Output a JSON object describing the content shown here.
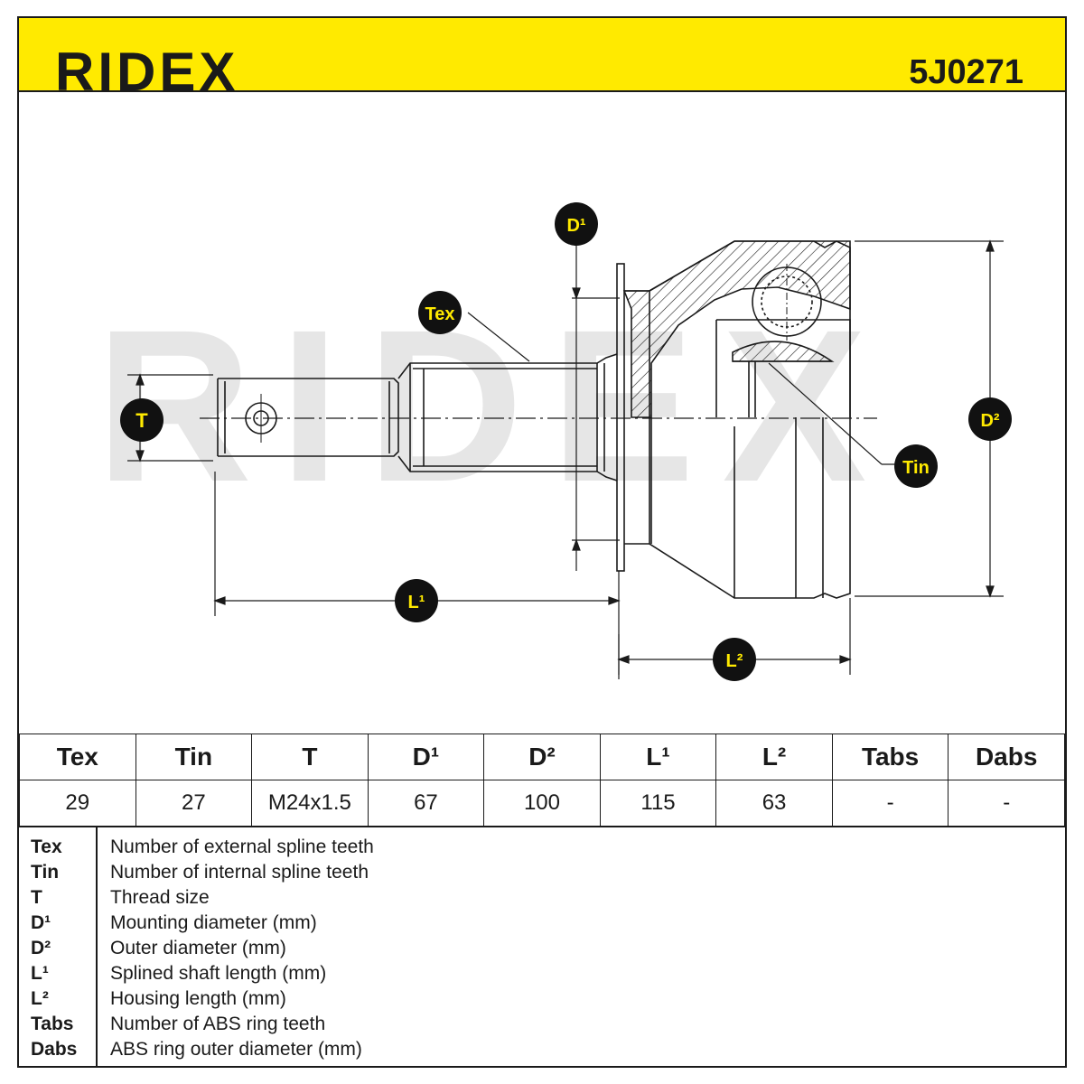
{
  "header": {
    "brand": "RIDEX",
    "part_number": "5J0271"
  },
  "diagram": {
    "watermark": "RIDEX",
    "labels": {
      "tex": "Tex",
      "tin": "Tin",
      "t": "T",
      "d1": "D¹",
      "d2": "D²",
      "l1": "L¹",
      "l2": "L²"
    },
    "colors": {
      "badge_bg": "#111111",
      "badge_text": "#ffea00",
      "line": "#1a1a1a",
      "watermark": "#e6e6e6"
    }
  },
  "spec_table": {
    "headers": [
      "Tex",
      "Tin",
      "T",
      "D¹",
      "D²",
      "L¹",
      "L²",
      "Tabs",
      "Dabs"
    ],
    "values": [
      "29",
      "27",
      "M24x1.5",
      "67",
      "100",
      "115",
      "63",
      "-",
      "-"
    ]
  },
  "legend": [
    {
      "key": "Tex",
      "desc": "Number of external spline teeth"
    },
    {
      "key": "Tin",
      "desc": "Number of internal spline teeth"
    },
    {
      "key": "T",
      "desc": "Thread size"
    },
    {
      "key": "D¹",
      "desc": "Mounting diameter (mm)"
    },
    {
      "key": "D²",
      "desc": "Outer diameter (mm)"
    },
    {
      "key": "L¹",
      "desc": "Splined shaft length (mm)"
    },
    {
      "key": "L²",
      "desc": "Housing length (mm)"
    },
    {
      "key": "Tabs",
      "desc": "Number of ABS ring teeth"
    },
    {
      "key": "Dabs",
      "desc": "ABS ring outer diameter (mm)"
    }
  ],
  "colors": {
    "header_bg": "#ffea00",
    "ink": "#1a1a1a"
  }
}
